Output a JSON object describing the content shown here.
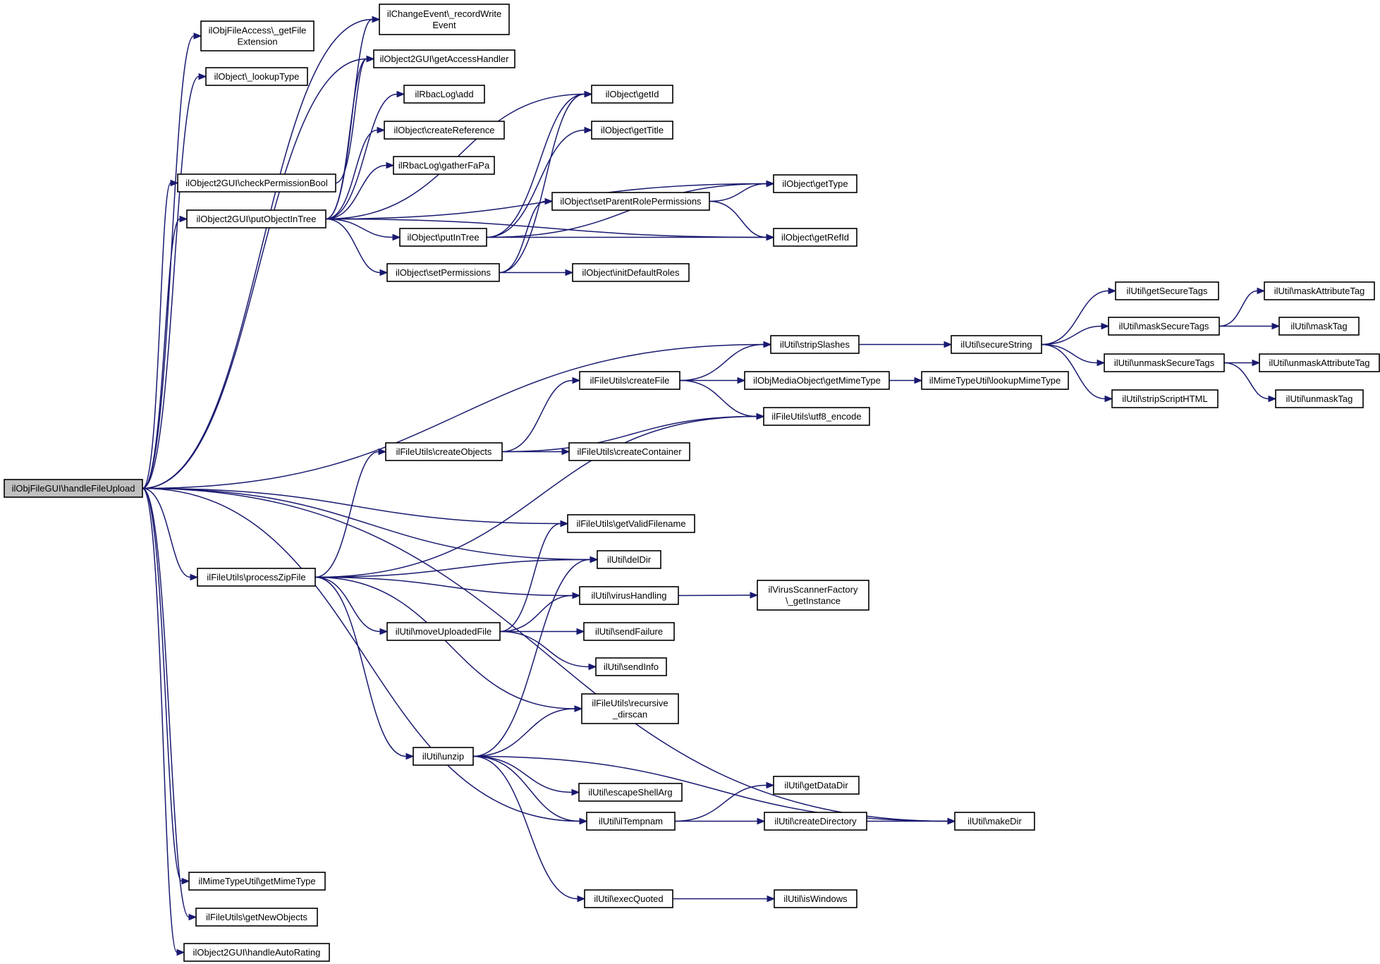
{
  "diagram": {
    "nodes": [
      {
        "id": "handleFileUpload",
        "label": "ilObjFileGUI\\handleFileUpload",
        "root": true
      },
      {
        "id": "getFileExtension",
        "label": "ilObjFileAccess\\_getFile\nExtension"
      },
      {
        "id": "lookupType",
        "label": "ilObject\\_lookupType"
      },
      {
        "id": "checkPermissionBool",
        "label": "ilObject2GUI\\checkPermissionBool"
      },
      {
        "id": "putObjectInTree",
        "label": "ilObject2GUI\\putObjectInTree"
      },
      {
        "id": "recordWriteEvent",
        "label": "ilChangeEvent\\_recordWrite\nEvent"
      },
      {
        "id": "getAccessHandler",
        "label": "ilObject2GUI\\getAccessHandler"
      },
      {
        "id": "rbacAdd",
        "label": "ilRbacLog\\add"
      },
      {
        "id": "createReference",
        "label": "ilObject\\createReference"
      },
      {
        "id": "gatherFaPa",
        "label": "ilRbacLog\\gatherFaPa"
      },
      {
        "id": "getId",
        "label": "ilObject\\getId"
      },
      {
        "id": "getTitle",
        "label": "ilObject\\getTitle"
      },
      {
        "id": "getType",
        "label": "ilObject\\getType"
      },
      {
        "id": "setParentRolePermissions",
        "label": "ilObject\\setParentRolePermissions"
      },
      {
        "id": "putInTree",
        "label": "ilObject\\putInTree"
      },
      {
        "id": "getRefId",
        "label": "ilObject\\getRefId"
      },
      {
        "id": "setPermissions",
        "label": "ilObject\\setPermissions"
      },
      {
        "id": "initDefaultRoles",
        "label": "ilObject\\initDefaultRoles"
      },
      {
        "id": "getSecureTags",
        "label": "ilUtil\\getSecureTags"
      },
      {
        "id": "maskAttributeTag",
        "label": "ilUtil\\maskAttributeTag"
      },
      {
        "id": "maskSecureTags",
        "label": "ilUtil\\maskSecureTags"
      },
      {
        "id": "maskTag",
        "label": "ilUtil\\maskTag"
      },
      {
        "id": "stripSlashes",
        "label": "ilUtil\\stripSlashes"
      },
      {
        "id": "secureString",
        "label": "ilUtil\\secureString"
      },
      {
        "id": "unmaskSecureTags",
        "label": "ilUtil\\unmaskSecureTags"
      },
      {
        "id": "unmaskAttributeTag",
        "label": "ilUtil\\unmaskAttributeTag"
      },
      {
        "id": "stripScriptHTML",
        "label": "ilUtil\\stripScriptHTML"
      },
      {
        "id": "unmaskTag",
        "label": "ilUtil\\unmaskTag"
      },
      {
        "id": "createFile",
        "label": "ilFileUtils\\createFile"
      },
      {
        "id": "mediaGetMimeType",
        "label": "ilObjMediaObject\\getMimeType"
      },
      {
        "id": "lookupMimeType",
        "label": "ilMimeTypeUtil\\lookupMimeType"
      },
      {
        "id": "utf8Encode",
        "label": "ilFileUtils\\utf8_encode"
      },
      {
        "id": "createObjects",
        "label": "ilFileUtils\\createObjects"
      },
      {
        "id": "createContainer",
        "label": "ilFileUtils\\createContainer"
      },
      {
        "id": "getValidFilename",
        "label": "ilFileUtils\\getValidFilename"
      },
      {
        "id": "processZipFile",
        "label": "ilFileUtils\\processZipFile"
      },
      {
        "id": "delDir",
        "label": "ilUtil\\delDir"
      },
      {
        "id": "virusHandling",
        "label": "ilUtil\\virusHandling"
      },
      {
        "id": "virusGetInstance",
        "label": "ilVirusScannerFactory\n\\_getInstance"
      },
      {
        "id": "moveUploadedFile",
        "label": "ilUtil\\moveUploadedFile"
      },
      {
        "id": "sendFailure",
        "label": "ilUtil\\sendFailure"
      },
      {
        "id": "sendInfo",
        "label": "ilUtil\\sendInfo"
      },
      {
        "id": "recursiveDirscan",
        "label": "ilFileUtils\\recursive\n_dirscan"
      },
      {
        "id": "unzip",
        "label": "ilUtil\\unzip"
      },
      {
        "id": "escapeShellArg",
        "label": "ilUtil\\escapeShellArg"
      },
      {
        "id": "getDataDir",
        "label": "ilUtil\\getDataDir"
      },
      {
        "id": "ilTempnam",
        "label": "ilUtil\\ilTempnam"
      },
      {
        "id": "createDirectory",
        "label": "ilUtil\\createDirectory"
      },
      {
        "id": "makeDir",
        "label": "ilUtil\\makeDir"
      },
      {
        "id": "execQuoted",
        "label": "ilUtil\\execQuoted"
      },
      {
        "id": "isWindows",
        "label": "ilUtil\\isWindows"
      },
      {
        "id": "getMimeType",
        "label": "ilMimeTypeUtil\\getMimeType"
      },
      {
        "id": "getNewObjects",
        "label": "ilFileUtils\\getNewObjects"
      },
      {
        "id": "handleAutoRating",
        "label": "ilObject2GUI\\handleAutoRating"
      }
    ],
    "edges": [
      [
        "handleFileUpload",
        "getFileExtension"
      ],
      [
        "handleFileUpload",
        "lookupType"
      ],
      [
        "handleFileUpload",
        "recordWriteEvent"
      ],
      [
        "handleFileUpload",
        "getAccessHandler"
      ],
      [
        "handleFileUpload",
        "checkPermissionBool"
      ],
      [
        "handleFileUpload",
        "putObjectInTree"
      ],
      [
        "handleFileUpload",
        "stripSlashes"
      ],
      [
        "handleFileUpload",
        "getValidFilename"
      ],
      [
        "handleFileUpload",
        "delDir"
      ],
      [
        "handleFileUpload",
        "processZipFile"
      ],
      [
        "handleFileUpload",
        "ilTempnam"
      ],
      [
        "handleFileUpload",
        "makeDir"
      ],
      [
        "handleFileUpload",
        "getMimeType"
      ],
      [
        "handleFileUpload",
        "getNewObjects"
      ],
      [
        "handleFileUpload",
        "handleAutoRating"
      ],
      [
        "checkPermissionBool",
        "getAccessHandler"
      ],
      [
        "putObjectInTree",
        "recordWriteEvent"
      ],
      [
        "putObjectInTree",
        "getAccessHandler"
      ],
      [
        "putObjectInTree",
        "rbacAdd"
      ],
      [
        "putObjectInTree",
        "createReference"
      ],
      [
        "putObjectInTree",
        "gatherFaPa"
      ],
      [
        "putObjectInTree",
        "getId"
      ],
      [
        "putObjectInTree",
        "getType"
      ],
      [
        "putObjectInTree",
        "putInTree"
      ],
      [
        "putObjectInTree",
        "setPermissions"
      ],
      [
        "putObjectInTree",
        "getRefId"
      ],
      [
        "putInTree",
        "getId"
      ],
      [
        "putInTree",
        "getTitle"
      ],
      [
        "putInTree",
        "getType"
      ],
      [
        "putInTree",
        "getRefId"
      ],
      [
        "setParentRolePermissions",
        "getType"
      ],
      [
        "setParentRolePermissions",
        "getRefId"
      ],
      [
        "setPermissions",
        "setParentRolePermissions"
      ],
      [
        "setPermissions",
        "initDefaultRoles"
      ],
      [
        "setPermissions",
        "getId"
      ],
      [
        "stripSlashes",
        "secureString"
      ],
      [
        "secureString",
        "getSecureTags"
      ],
      [
        "secureString",
        "maskSecureTags"
      ],
      [
        "secureString",
        "unmaskSecureTags"
      ],
      [
        "secureString",
        "stripScriptHTML"
      ],
      [
        "maskSecureTags",
        "maskAttributeTag"
      ],
      [
        "maskSecureTags",
        "maskTag"
      ],
      [
        "unmaskSecureTags",
        "unmaskAttributeTag"
      ],
      [
        "unmaskSecureTags",
        "unmaskTag"
      ],
      [
        "createFile",
        "stripSlashes"
      ],
      [
        "createFile",
        "mediaGetMimeType"
      ],
      [
        "createFile",
        "utf8Encode"
      ],
      [
        "mediaGetMimeType",
        "lookupMimeType"
      ],
      [
        "createObjects",
        "createFile"
      ],
      [
        "createObjects",
        "createContainer"
      ],
      [
        "createObjects",
        "utf8Encode"
      ],
      [
        "processZipFile",
        "utf8Encode"
      ],
      [
        "processZipFile",
        "createObjects"
      ],
      [
        "processZipFile",
        "delDir"
      ],
      [
        "processZipFile",
        "virusHandling"
      ],
      [
        "processZipFile",
        "moveUploadedFile"
      ],
      [
        "processZipFile",
        "recursiveDirscan"
      ],
      [
        "processZipFile",
        "unzip"
      ],
      [
        "moveUploadedFile",
        "getValidFilename"
      ],
      [
        "moveUploadedFile",
        "virusHandling"
      ],
      [
        "moveUploadedFile",
        "sendFailure"
      ],
      [
        "moveUploadedFile",
        "sendInfo"
      ],
      [
        "virusHandling",
        "virusGetInstance"
      ],
      [
        "unzip",
        "delDir"
      ],
      [
        "unzip",
        "recursiveDirscan"
      ],
      [
        "unzip",
        "makeDir"
      ],
      [
        "unzip",
        "escapeShellArg"
      ],
      [
        "unzip",
        "ilTempnam"
      ],
      [
        "unzip",
        "execQuoted"
      ],
      [
        "ilTempnam",
        "getDataDir"
      ],
      [
        "ilTempnam",
        "createDirectory"
      ],
      [
        "createDirectory",
        "makeDir"
      ],
      [
        "execQuoted",
        "isWindows"
      ]
    ]
  }
}
